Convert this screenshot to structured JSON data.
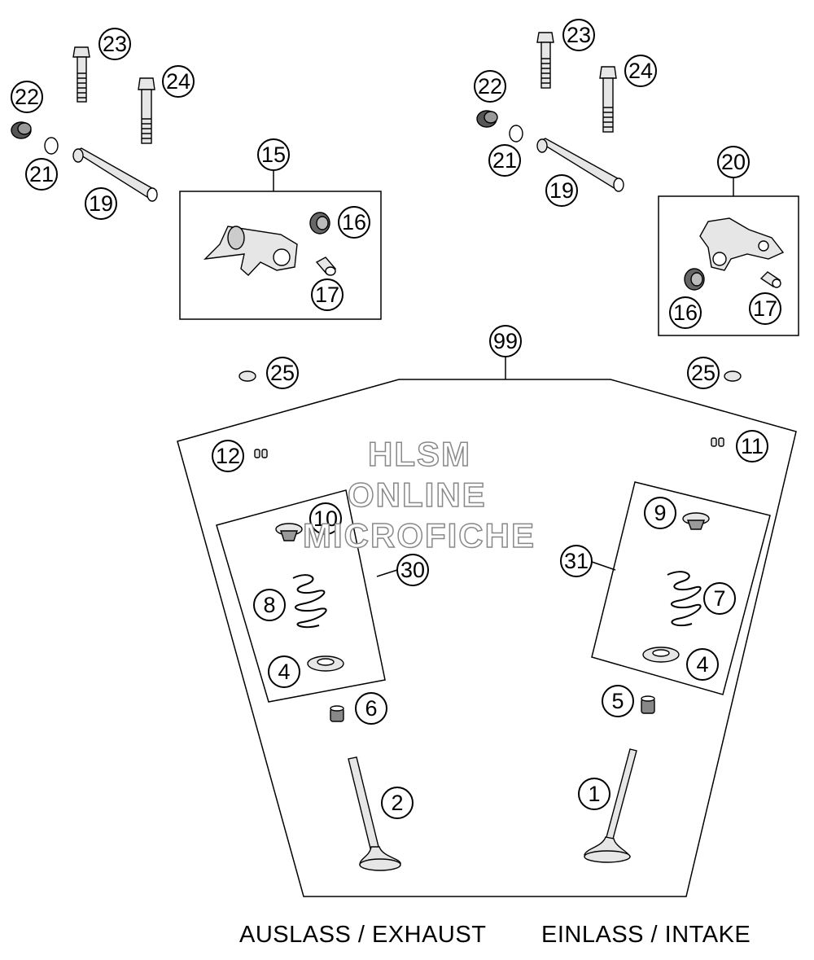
{
  "callouts": [
    "23",
    "24",
    "22",
    "21",
    "19",
    "15",
    "16",
    "17",
    "23",
    "24",
    "22",
    "21",
    "19",
    "20",
    "16",
    "17",
    "99",
    "25",
    "25",
    "12",
    "11",
    "10",
    "30",
    "8",
    "4",
    "6",
    "9",
    "31",
    "7",
    "4",
    "5",
    "2",
    "1"
  ],
  "captions": {
    "exhaust": "AUSLASS / EXHAUST",
    "intake": "EINLASS / INTAKE"
  },
  "watermark": {
    "line1": "HLSM",
    "line2": "ONLINE",
    "line3": "MICROFICHE"
  }
}
